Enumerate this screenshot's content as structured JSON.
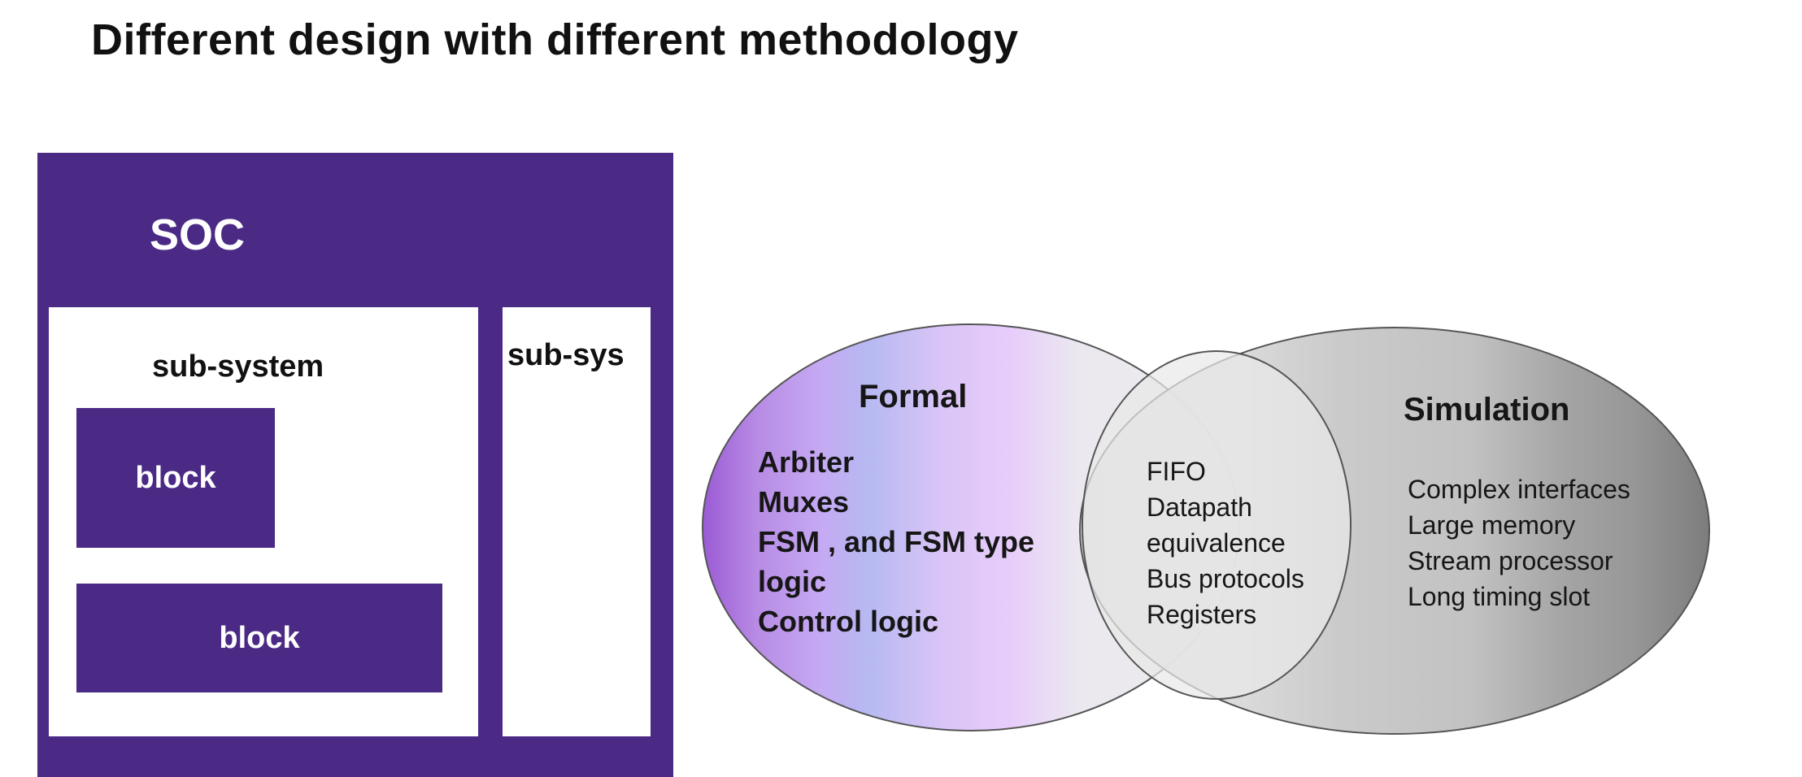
{
  "title": "Different design with different methodology",
  "hierarchy": {
    "soc_label": "SOC",
    "subsystem_label": "sub-system",
    "block_a_label": "block",
    "block_b_label": "block",
    "subsys_label": "sub-sys"
  },
  "venn": {
    "formal": {
      "heading": "Formal",
      "items": [
        "Arbiter",
        "Muxes",
        "FSM , and FSM type",
        "logic",
        "Control logic"
      ]
    },
    "overlap": {
      "items": [
        "FIFO",
        "Datapath",
        "equivalence",
        "Bus protocols",
        "Registers"
      ]
    },
    "simulation": {
      "heading": "Simulation",
      "items": [
        "Complex interfaces",
        "Large memory",
        "Stream processor",
        "Long timing slot"
      ]
    }
  },
  "colors": {
    "soc_purple": "#4b2a86",
    "formal_purple": "#9a5fd1",
    "simulation_gray": "#7f7f7f"
  }
}
